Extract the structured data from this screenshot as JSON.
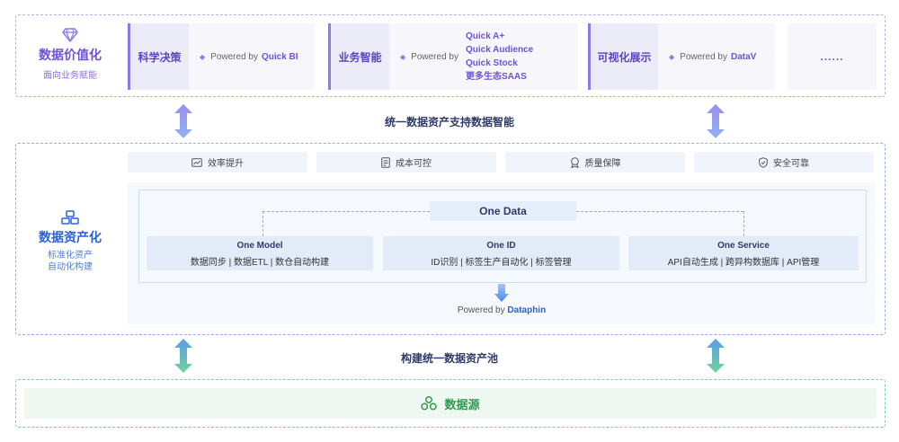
{
  "value_layer": {
    "title": "数据价值化",
    "subtitle": "面向业务赋能",
    "cards": [
      {
        "tag": "科学决策",
        "powered_by": "Powered by",
        "product": "Quick BI"
      },
      {
        "tag": "业务智能",
        "powered_by": "Powered by",
        "products": [
          "Quick A+",
          "Quick Audience",
          "Quick Stock",
          "更多生态SAAS"
        ]
      },
      {
        "tag": "可视化展示",
        "powered_by": "Powered by",
        "product": "DataV"
      },
      {
        "more": "......"
      }
    ]
  },
  "connector_top": "统一数据资产支持数据智能",
  "asset_layer": {
    "title": "数据资产化",
    "subtitle_line1": "标准化资产",
    "subtitle_line2": "自动化构建",
    "features": [
      {
        "label": "效率提升",
        "icon": "chart-icon"
      },
      {
        "label": "成本可控",
        "icon": "document-icon"
      },
      {
        "label": "质量保障",
        "icon": "badge-icon"
      },
      {
        "label": "安全可靠",
        "icon": "shield-icon"
      }
    ],
    "one_data": "One Data",
    "modules": [
      {
        "name": "One Model",
        "items": "数据同步  |  数据ETL  |  数仓自动构建"
      },
      {
        "name": "One ID",
        "items": "ID识别  |  标签生产自动化  |  标签管理"
      },
      {
        "name": "One Service",
        "items": "API自动生成  |  跨异构数据库  |  API管理"
      }
    ],
    "powered_by": "Powered by",
    "product": "Dataphin"
  },
  "connector_bottom": "构建统一数据资产池",
  "source_layer": {
    "title": "数据源",
    "icon": "nodes-icon"
  },
  "colors": {
    "purple": "#6f52d9",
    "blue": "#2a63d6",
    "green": "#2c9a4e"
  }
}
